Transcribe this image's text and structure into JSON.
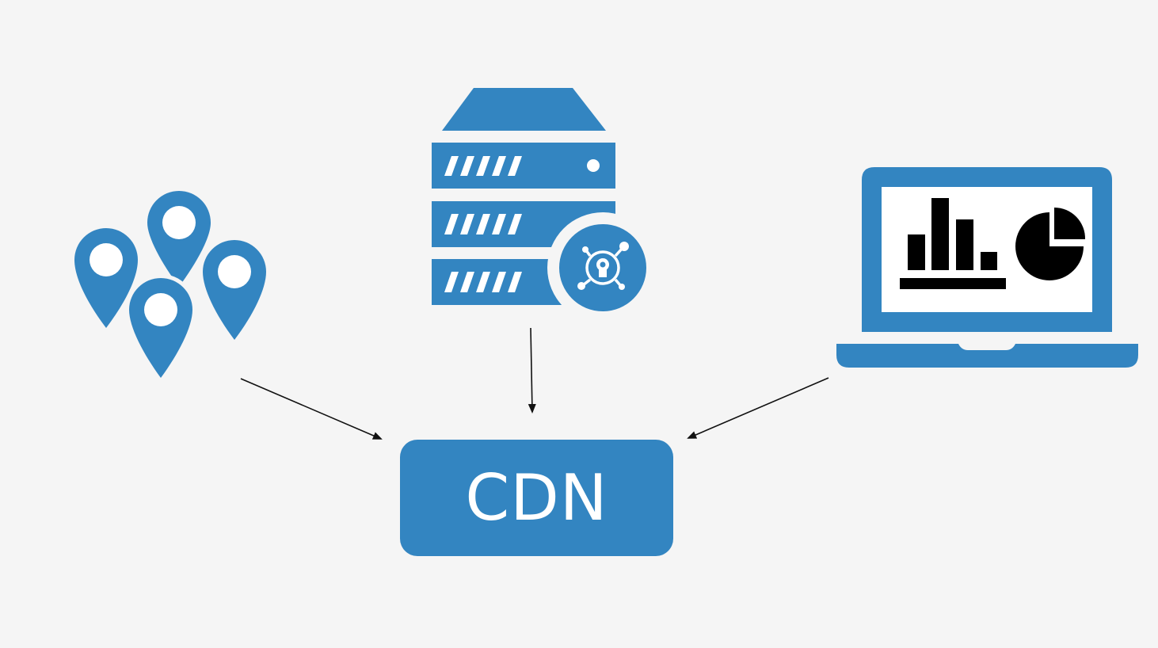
{
  "diagram": {
    "center_node": {
      "label": "CDN",
      "icon": "cdn-box"
    },
    "sources": [
      {
        "id": "locations",
        "icon": "location-pins-icon"
      },
      {
        "id": "server",
        "icon": "secure-server-icon"
      },
      {
        "id": "analytics",
        "icon": "laptop-analytics-icon"
      }
    ]
  },
  "colors": {
    "background": "#f5f5f5",
    "primary_blue": "#3385c1",
    "arrow": "#111111",
    "chart_black": "#000000",
    "white": "#ffffff"
  }
}
